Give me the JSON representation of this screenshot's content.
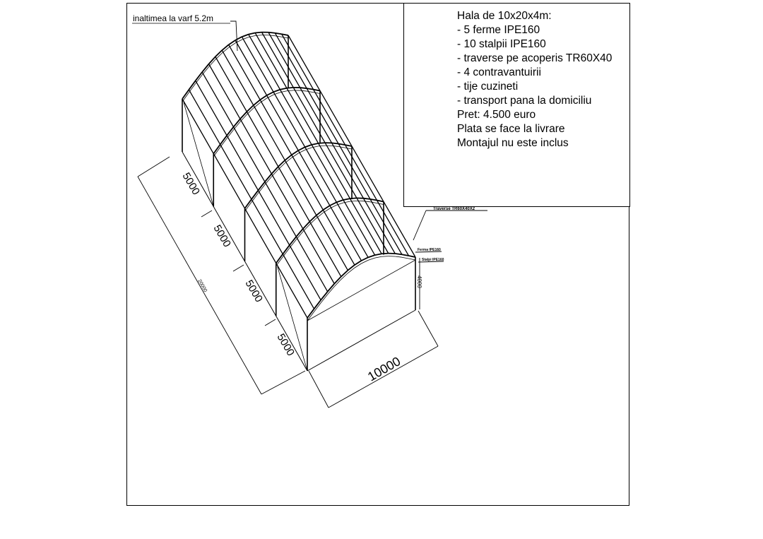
{
  "info": {
    "lines": [
      "Hala de 10x20x4m:",
      "- 5 ferme IPE160",
      "- 10 stalpii IPE160",
      "- traverse pe acoperis TR60X40",
      "- 4 contravantuirii",
      "- tije cuzineti",
      "- transport pana la domiciliu",
      "Pret: 4.500 euro",
      "Plata se face la livrare",
      "Montajul nu este inclus"
    ]
  },
  "labels": {
    "peak_height": "inaltimea la varf 5.2m",
    "purlins": "Traverse TR60X40X2",
    "truss": "Ferma IPE160",
    "column": "Stalpi IPE160"
  },
  "dimensions": {
    "bay1": "5000",
    "bay2": "5000",
    "bay3": "5000",
    "bay4": "5000",
    "length": "20000",
    "width": "10000",
    "height": "4000"
  }
}
